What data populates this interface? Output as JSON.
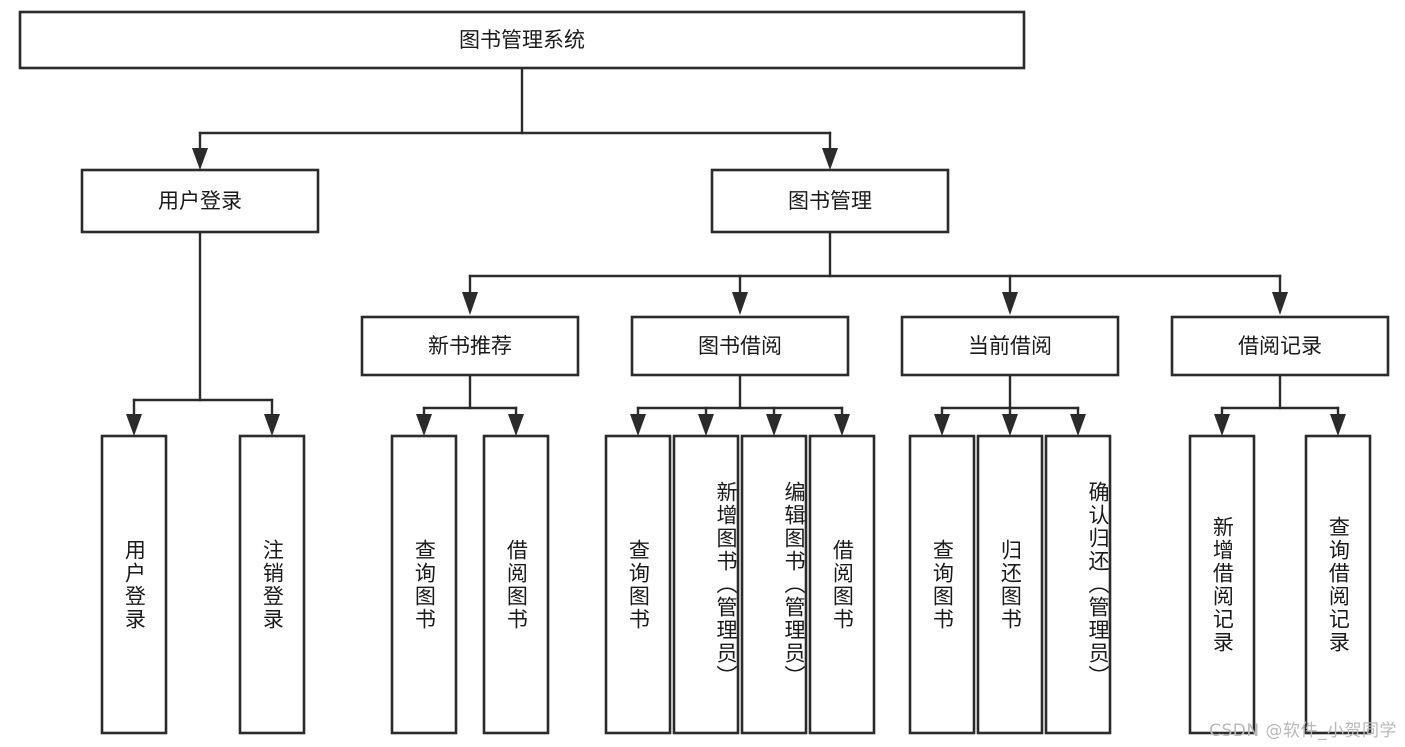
{
  "diagram": {
    "type": "tree",
    "title": "图书管理系统",
    "watermark": "CSDN @软件_小贺同学",
    "colors": {
      "background": "#ffffff",
      "box_fill": "#ffffff",
      "box_stroke": "#2b2b2b",
      "text": "#1a1a1a",
      "watermark": "#b9b9b9"
    },
    "levels": {
      "root": "图书管理系统",
      "level2": [
        "用户登录",
        "图书管理"
      ],
      "level3": [
        "新书推荐",
        "图书借阅",
        "当前借阅",
        "借阅记录"
      ],
      "level4": [
        "用户登录",
        "注销登录",
        "查询图书",
        "借阅图书",
        "查询图书",
        "新增图书（管理员）",
        "编辑图书（管理员）",
        "借阅图书",
        "查询图书",
        "归还图书",
        "确认归还（管理员）",
        "新增借阅记录",
        "查询借阅记录"
      ]
    },
    "nodes": {
      "root": {
        "label": "图书管理系统"
      },
      "user_login": {
        "label": "用户登录"
      },
      "book_mgmt": {
        "label": "图书管理"
      },
      "new_book_rec": {
        "label": "新书推荐"
      },
      "book_borrow": {
        "label": "图书借阅"
      },
      "current_borrow": {
        "label": "当前借阅"
      },
      "borrow_record": {
        "label": "借阅记录"
      },
      "leaf_user_login": {
        "label": "用户登录"
      },
      "leaf_logout": {
        "label": "注销登录"
      },
      "leaf_query_book_1": {
        "label": "查询图书"
      },
      "leaf_borrow_book_1": {
        "label": "借阅图书"
      },
      "leaf_query_book_2": {
        "label": "查询图书"
      },
      "leaf_add_book": {
        "label": "新增图书（管理员）"
      },
      "leaf_edit_book": {
        "label": "编辑图书（管理员）"
      },
      "leaf_borrow_book_2": {
        "label": "借阅图书"
      },
      "leaf_query_book_3": {
        "label": "查询图书"
      },
      "leaf_return_book": {
        "label": "归还图书"
      },
      "leaf_confirm_return": {
        "label": "确认归还（管理员）"
      },
      "leaf_add_record": {
        "label": "新增借阅记录"
      },
      "leaf_query_record": {
        "label": "查询借阅记录"
      }
    },
    "edges": [
      {
        "from": "root",
        "to": "user_login"
      },
      {
        "from": "root",
        "to": "book_mgmt"
      },
      {
        "from": "user_login",
        "to": "leaf_user_login"
      },
      {
        "from": "user_login",
        "to": "leaf_logout"
      },
      {
        "from": "book_mgmt",
        "to": "new_book_rec"
      },
      {
        "from": "book_mgmt",
        "to": "book_borrow"
      },
      {
        "from": "book_mgmt",
        "to": "current_borrow"
      },
      {
        "from": "book_mgmt",
        "to": "borrow_record"
      },
      {
        "from": "new_book_rec",
        "to": "leaf_query_book_1"
      },
      {
        "from": "new_book_rec",
        "to": "leaf_borrow_book_1"
      },
      {
        "from": "book_borrow",
        "to": "leaf_query_book_2"
      },
      {
        "from": "book_borrow",
        "to": "leaf_add_book"
      },
      {
        "from": "book_borrow",
        "to": "leaf_edit_book"
      },
      {
        "from": "book_borrow",
        "to": "leaf_borrow_book_2"
      },
      {
        "from": "current_borrow",
        "to": "leaf_query_book_3"
      },
      {
        "from": "current_borrow",
        "to": "leaf_return_book"
      },
      {
        "from": "current_borrow",
        "to": "leaf_confirm_return"
      },
      {
        "from": "borrow_record",
        "to": "leaf_add_record"
      },
      {
        "from": "borrow_record",
        "to": "leaf_query_record"
      }
    ]
  }
}
